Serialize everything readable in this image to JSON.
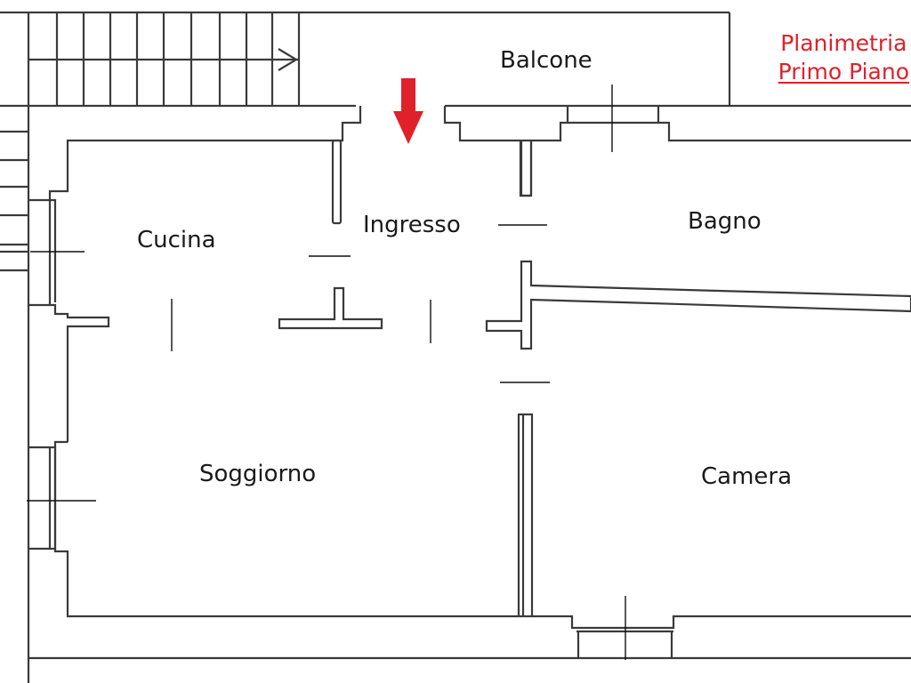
{
  "title": {
    "line1": "Planimetria",
    "line2": "Primo Piano",
    "color": "#e0202a"
  },
  "rooms": {
    "balcone": "Balcone",
    "cucina": "Cucina",
    "ingresso": "Ingresso",
    "bagno": "Bagno",
    "soggiorno": "Soggiorno",
    "camera": "Camera"
  },
  "entrance_marker": {
    "icon": "arrow-down-icon",
    "color": "#e0202a"
  },
  "colors": {
    "wall": "#3a3a3a",
    "background": "#ffffff"
  }
}
